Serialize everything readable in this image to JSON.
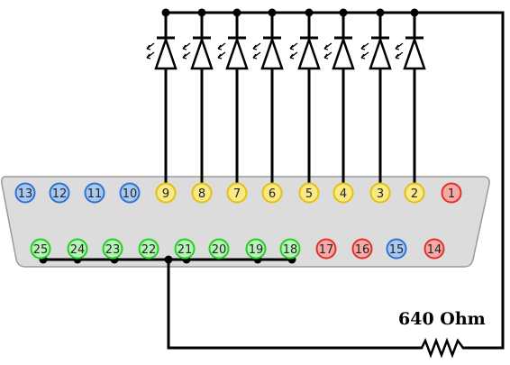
{
  "diagram": {
    "resistor_label": "640 Ohm",
    "colors": {
      "blue": {
        "fill": "#a9c9f0",
        "stroke": "#2f72d6"
      },
      "yellow": {
        "fill": "#fbe887",
        "stroke": "#e3c20c"
      },
      "red": {
        "fill": "#f6a9a6",
        "stroke": "#e42f2a"
      },
      "green": {
        "fill": "#b9f2b9",
        "stroke": "#1fd21f"
      },
      "wire": "#000000",
      "connector_fill": "#dcdcdc",
      "connector_stroke": "#9a9a9a"
    },
    "top_row": [
      {
        "label": "13",
        "color": "blue"
      },
      {
        "label": "12",
        "color": "blue"
      },
      {
        "label": "11",
        "color": "blue"
      },
      {
        "label": "10",
        "color": "blue"
      },
      {
        "label": "9",
        "color": "yellow"
      },
      {
        "label": "8",
        "color": "yellow"
      },
      {
        "label": "7",
        "color": "yellow"
      },
      {
        "label": "6",
        "color": "yellow"
      },
      {
        "label": "5",
        "color": "yellow"
      },
      {
        "label": "4",
        "color": "yellow"
      },
      {
        "label": "3",
        "color": "yellow"
      },
      {
        "label": "2",
        "color": "yellow"
      },
      {
        "label": "1",
        "color": "red"
      }
    ],
    "bottom_row": [
      {
        "label": "25",
        "color": "green"
      },
      {
        "label": "24",
        "color": "green"
      },
      {
        "label": "23",
        "color": "green"
      },
      {
        "label": "22",
        "color": "green"
      },
      {
        "label": "21",
        "color": "green"
      },
      {
        "label": "20",
        "color": "green"
      },
      {
        "label": "19",
        "color": "green"
      },
      {
        "label": "18",
        "color": "green"
      },
      {
        "label": "17",
        "color": "red"
      },
      {
        "label": "16",
        "color": "red"
      },
      {
        "label": "15",
        "color": "blue"
      },
      {
        "label": "14",
        "color": "red"
      }
    ],
    "led_pins": [
      "9",
      "8",
      "7",
      "6",
      "5",
      "4",
      "3",
      "2"
    ],
    "ground_pins": [
      "25",
      "24",
      "23",
      "22",
      "21",
      "20",
      "19",
      "18"
    ]
  }
}
